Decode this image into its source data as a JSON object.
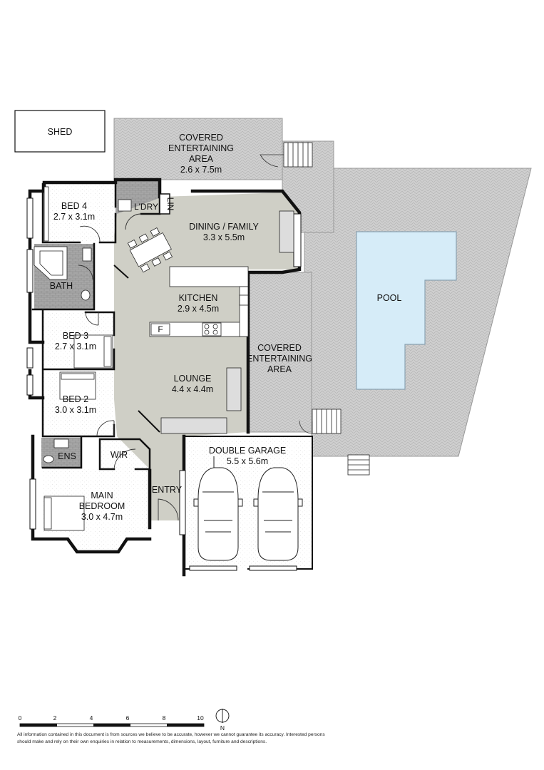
{
  "rooms": {
    "shed": "SHED",
    "covered_top_line1": "COVERED",
    "covered_top_line2": "ENTERTAINING",
    "covered_top_line3": "AREA",
    "covered_top_dim": "2.6 x 7.5m",
    "bed4": "BED 4",
    "bed4_dim": "2.7 x 3.1m",
    "laundry": "L'DRY",
    "linen": "LIN",
    "dining": "DINING / FAMILY",
    "dining_dim": "3.3 x 5.5m",
    "bath": "BATH",
    "kitchen": "KITCHEN",
    "kitchen_dim": "2.9 x 4.5m",
    "fridge": "F",
    "pool": "POOL",
    "bed3": "BED 3",
    "bed3_dim": "2.7 x 3.1m",
    "covered_side_line1": "COVERED",
    "covered_side_line2": "ENTERTAINING",
    "covered_side_line3": "AREA",
    "lounge": "LOUNGE",
    "lounge_dim": "4.4 x 4.4m",
    "bed2": "BED 2",
    "bed2_dim": "3.0 x 3.1m",
    "ens": "ENS",
    "wir": "WIR",
    "garage": "DOUBLE GARAGE",
    "garage_dim": "5.5 x 5.6m",
    "entry": "ENTRY",
    "main_line1": "MAIN",
    "main_line2": "BEDROOM",
    "main_dim": "3.0 x 4.7m"
  },
  "scale": {
    "ticks": [
      "0",
      "2",
      "4",
      "6",
      "8",
      "10"
    ],
    "north": "N"
  },
  "disclaimer": "All information contained in this document is from sources we believe to be accurate, however we cannot guarantee its accuracy. Interested persons should make and rely on their own enquiries in relation to measurements, dimensions, layout, furniture and descriptions.",
  "colors": {
    "wall": "#111111",
    "carpet": "#ffffff",
    "hall": "#cfcfc6",
    "wet_tile": "#a4a4a4",
    "deck": "#cfcfcf",
    "pool": "#d6ecf8"
  }
}
